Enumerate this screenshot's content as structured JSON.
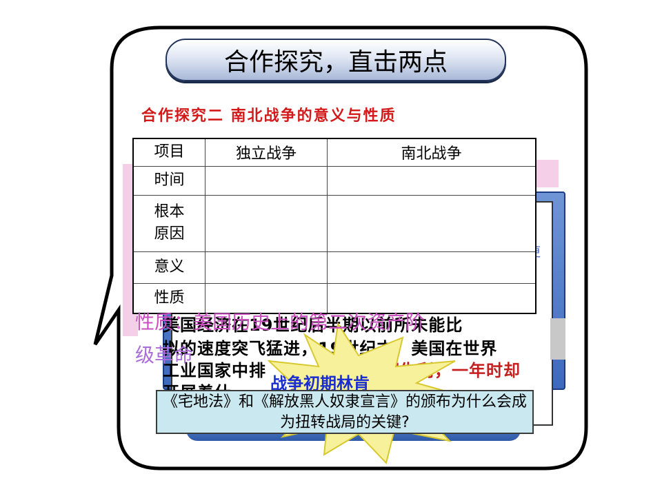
{
  "slide": {
    "title": "合作探究，直击两点",
    "subtitle": "合作探究二  南北战争的意义与性质"
  },
  "table": {
    "headers": [
      "项目",
      "独立战争",
      "南北战争"
    ],
    "rows": [
      {
        "label": "时间",
        "independence": "",
        "civil": ""
      },
      {
        "label": "根本\n原因",
        "independence": "",
        "civil": ""
      },
      {
        "label": "意义",
        "independence": "",
        "civil": ""
      },
      {
        "label": "性质",
        "independence": "",
        "civil": ""
      }
    ]
  },
  "background": {
    "line1": "美国经济在19世纪后半期以前所未能比",
    "line2": "拟的速度突飞猛进，19世纪末，美国在世界",
    "line3": "工业国家中排",
    "line3_red": "战争初期失利，一年时却",
    "line4": "开展着什",
    "side_fragment": "更"
  },
  "overlay": {
    "nature_line1": "性质：美国历史上的第二次资产阶",
    "nature_line2": "级革命"
  },
  "starburst_label": "战争初期林肯",
  "question": "《宅地法》和《解放黑人奴隶宣言》的颁布为什么会成为扭转战局的关键?",
  "colors": {
    "title_pill_border": "#22335a",
    "subtitle_red": "#d21a1a",
    "question_bg": "#c9e8ef",
    "starburst_fill": "#f6f19a",
    "overlay_pink": "#c94fc0",
    "label_blue": "#1a2dd0"
  }
}
